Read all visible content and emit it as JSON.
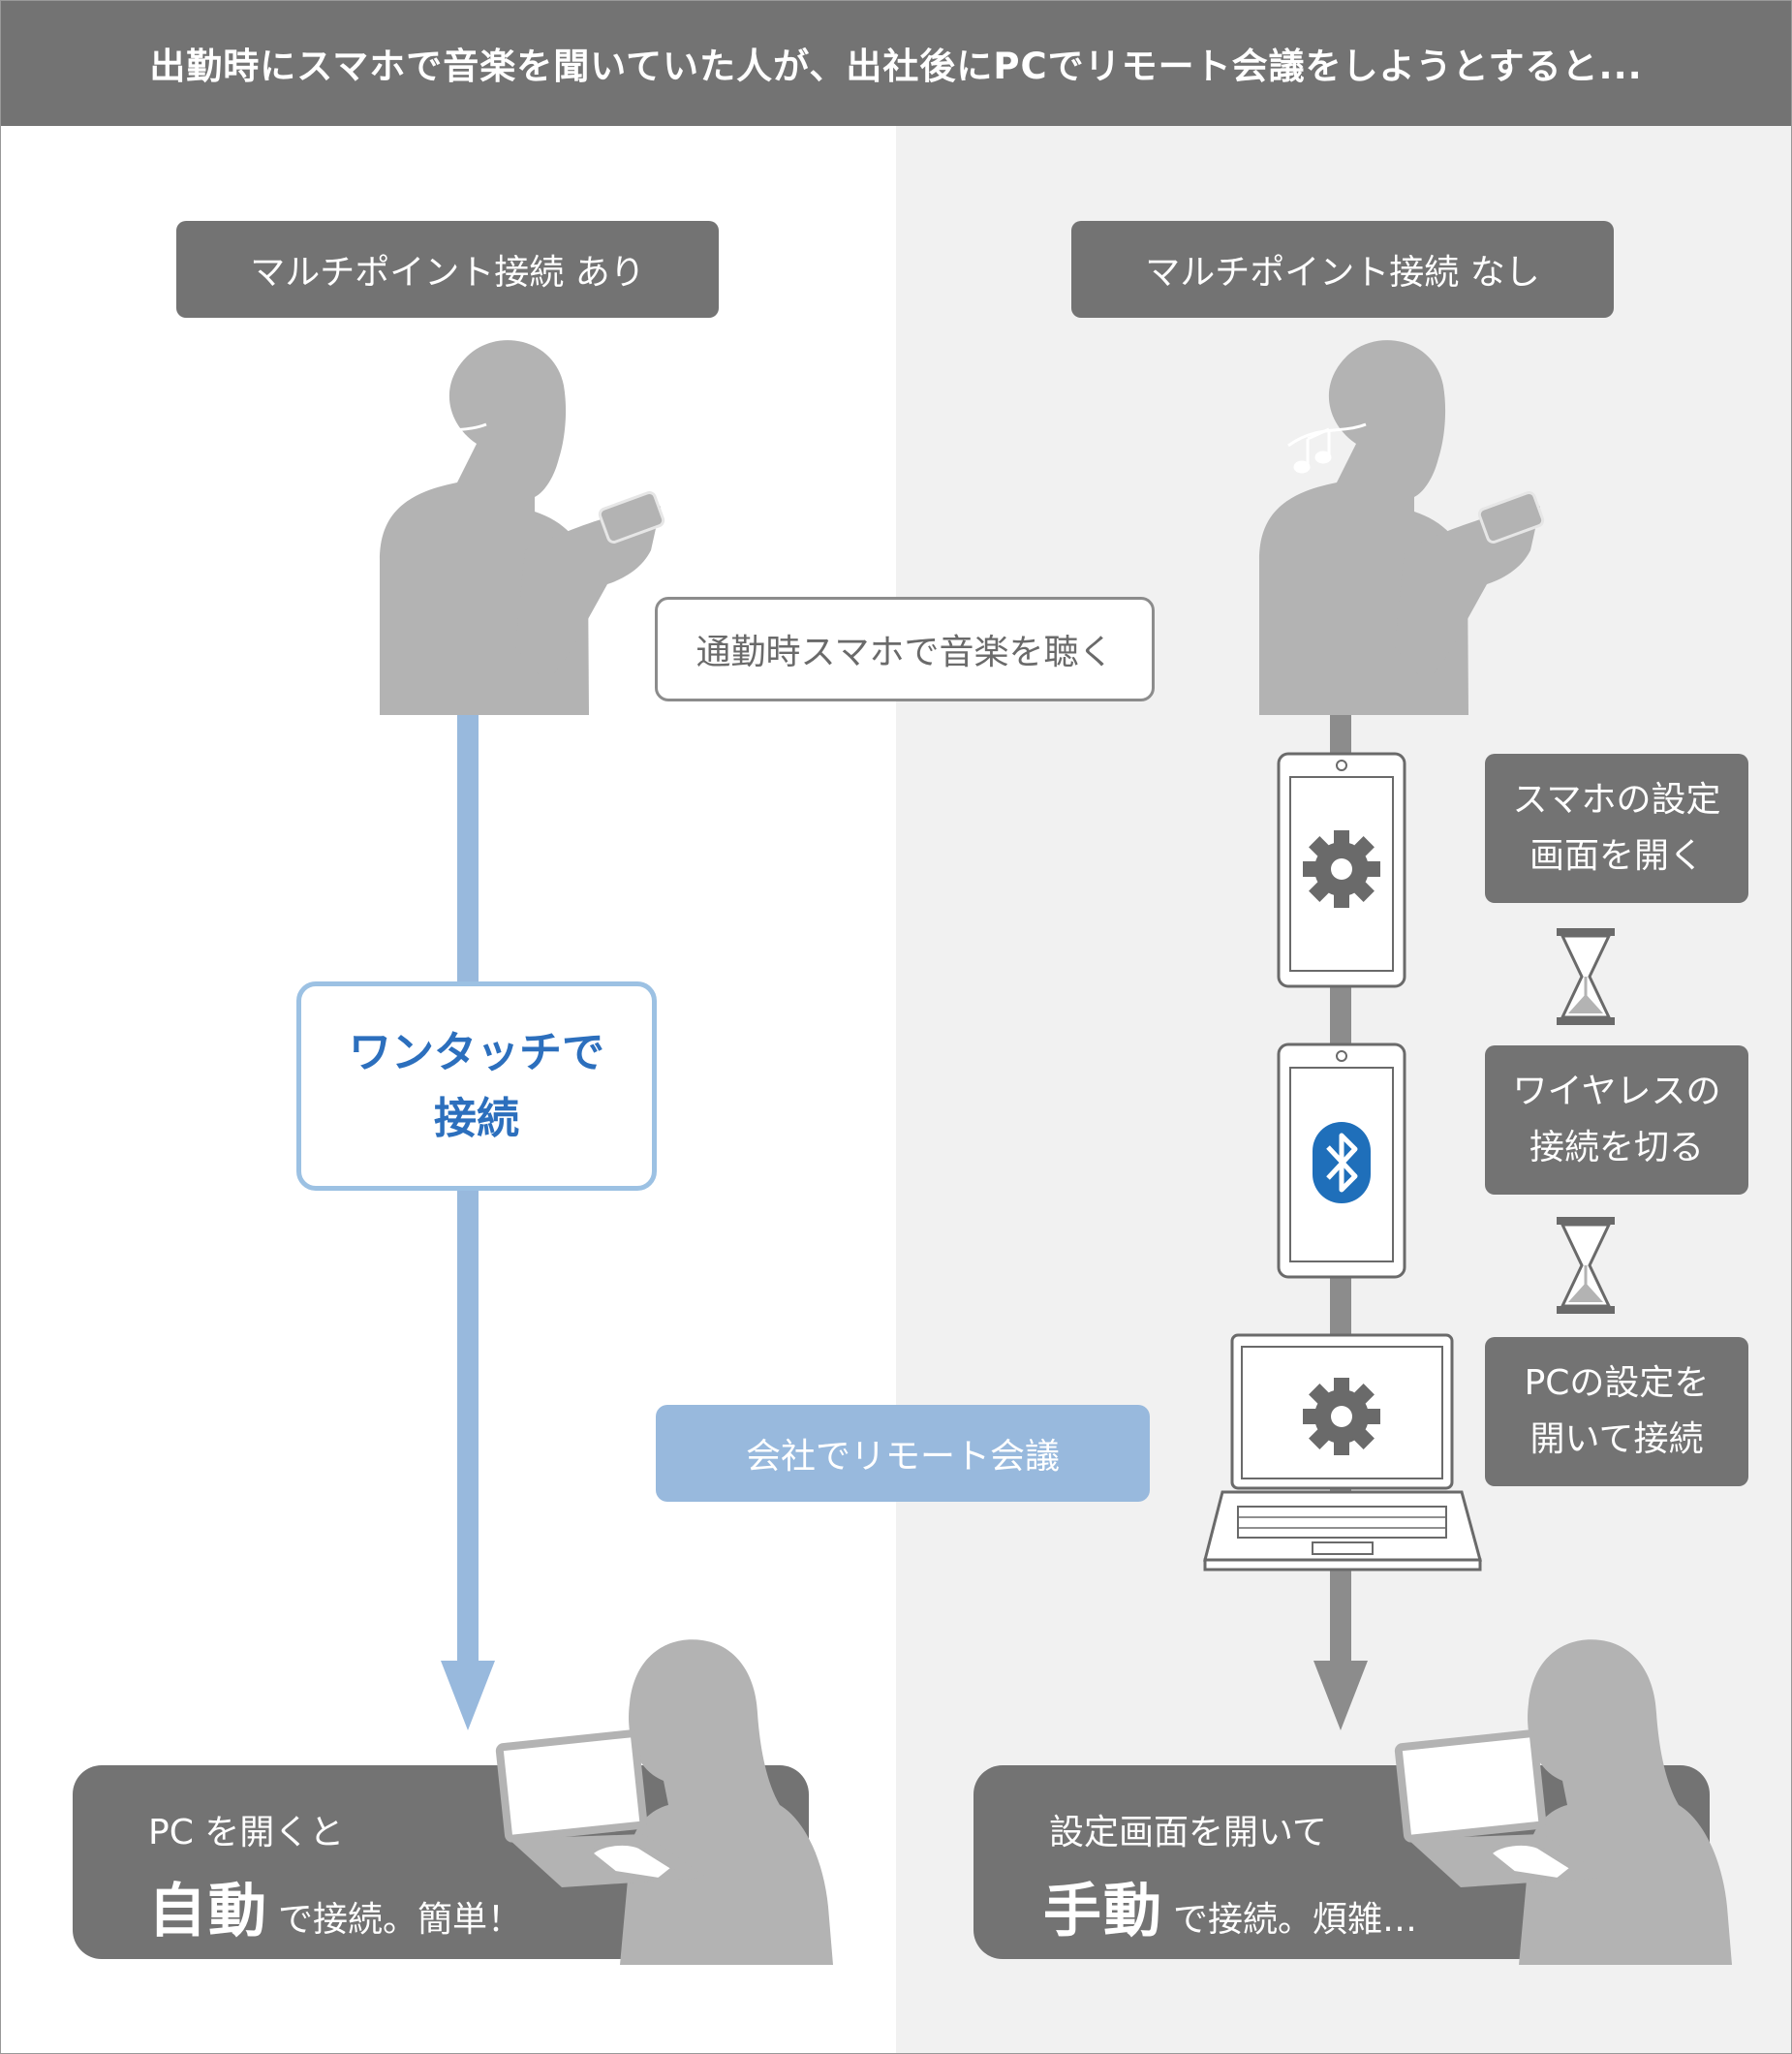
{
  "header": {
    "title": "出勤時にスマホで音楽を聞いていた人が、出社後にPCでリモート会議をしようとすると..."
  },
  "left": {
    "title": "マルチポイント接続 あり",
    "onetouch_line1": "ワンタッチで",
    "onetouch_line2": "接続",
    "bottom_line1": "PC を開くと",
    "bottom_big": "自動",
    "bottom_small": "で接続。簡単！"
  },
  "right": {
    "title": "マルチポイント接続 なし",
    "steps": [
      {
        "line1": "スマホの設定",
        "line2": "画面を開く"
      },
      {
        "line1": "ワイヤレスの",
        "line2": "接続を切る"
      },
      {
        "line1": "PCの設定を",
        "line2": "開いて接続"
      }
    ],
    "bottom_line1": "設定画面を開いて",
    "bottom_big": "手動",
    "bottom_small": "で接続。煩雑…"
  },
  "center": {
    "commute_label": "通勤時スマホで音楽を聴く",
    "office_label": "会社でリモート会議"
  },
  "colors": {
    "header_bg": "#737373",
    "accent_blue": "#2c6fbd",
    "light_blue": "#98b9dd",
    "silhouette": "#b3b3b3",
    "bluetooth": "#1f6fba"
  },
  "icons": [
    "music-note-icon",
    "gear-icon",
    "bluetooth-icon",
    "hourglass-icon",
    "smartphone-icon",
    "laptop-icon",
    "person-silhouette-icon"
  ]
}
